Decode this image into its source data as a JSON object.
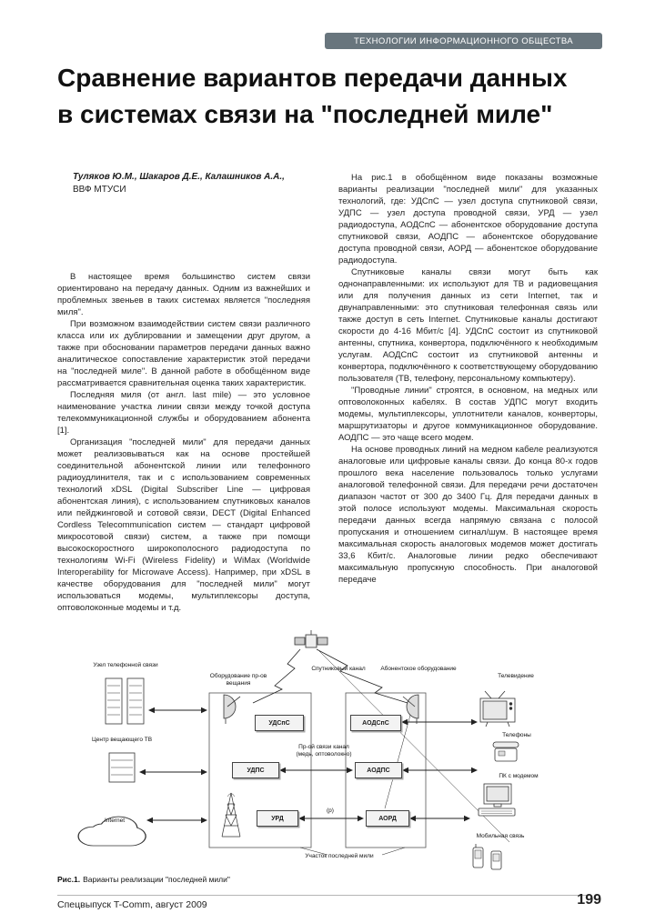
{
  "colors": {
    "badge_bg": "#68757d",
    "page_bg": "#ffffff",
    "text": "#1c1c1c"
  },
  "header": {
    "badge": "ТЕХНОЛОГИИ ИНФОРМАЦИОННОГО ОБЩЕСТВА"
  },
  "title": {
    "line1": "Сравнение вариантов передачи данных",
    "line2": "в системах связи  на \"последней миле\""
  },
  "authors": {
    "names": "Туляков Ю.М., Шакаров Д.Е., Калашников А.А.,",
    "affiliation": "ВВФ МТУСИ"
  },
  "left_column": {
    "paragraphs": [
      "В настоящее время большинство систем связи ориентировано на передачу данных. Одним из важнейших и проблемных звеньев в таких системах является \"последняя миля\".",
      "При возможном взаимодействии систем связи различного класса или их дублировании и замещении друг другом, а также при обосновании параметров передачи данных важно аналитическое сопоставление характеристик этой передачи на \"последней миле\". В данной работе в обобщённом виде рассматривается сравнительная оценка таких характеристик.",
      "Последняя миля (от англ. last mile) — это условное наименование участка линии связи между точкой доступа телекоммуникационной службы и оборудованием абонента [1].",
      "Организация \"последней мили\" для передачи данных может реализовываться как на основе простейшей соединительной абонентской линии или телефонного радиоудлинителя, так и с использованием современных технологий xDSL (Digital Subscriber Line — цифровая абонентская линия), с использованием спутниковых каналов или пейджинговой и сотовой связи, DECT (Digital Enhanced Cordless Telecommunication систем — стандарт цифровой микросотовой связи) систем, а также при помощи высокоскоростного широкополосного радиодоступа по технологиям Wi-Fi (Wireless Fidelity) и WiMax (Worldwide Interoperability for Microwave Access). Например, при xDSL в качестве оборудования для \"последней мили\" могут использоваться модемы, мультиплексоры доступа, оптоволоконные модемы и т.д."
    ]
  },
  "right_column": {
    "paragraphs": [
      "На рис.1 в обобщённом виде показаны возможные варианты реализации \"последней мили\" для указанных технологий, где: УДСпС — узел доступа спутниковой связи, УДПС — узел доступа проводной связи, УРД — узел радиодоступа, АОДСпС — абонентское оборудование доступа спутниковой связи, АОДПС — абонентское оборудование доступа проводной связи, АОРД — абонентское оборудование радиодоступа.",
      "Спутниковые каналы связи могут быть как однонаправленными: их используют для ТВ и радиовещания или для получения данных из сети Internet, так и двунаправленными: это спутниковая телефонная связь или также доступ в сеть Internet. Спутниковые каналы достигают скорости до 4-16 Мбит/с [4]. УДСпС состоит из спутниковой антенны, спутника, конвертора, подключённого к необходимым услугам. АОДСпС состоит из спутниковой антенны и конвертора, подключённого к соответствующему оборудованию пользователя (ТВ, телефону, персональному компьютеру).",
      "\"Проводные линии\" строятся, в основном, на медных или оптоволоконных кабелях. В состав УДПС могут входить модемы, мультиплексоры, уплотнители каналов, конверторы, маршрутизаторы и другое коммуникационное оборудование. АОДПС — это чаще всего модем.",
      "На основе проводных линий на медном кабеле реализуются аналоговые или цифровые каналы связи. До конца 80-х годов прошлого века население пользовалось только услугами аналоговой телефонной связи. Для передачи речи достаточен диапазон частот от 300 до 3400 Гц. Для передачи данных в этой полосе используют модемы. Максимальная скорость передачи данных всегда напрямую связана с полосой пропускания и отношением сигнал/шум. В настоящее время максимальная скорость аналоговых модемов может достигать 33,6 Кбит/с. Аналоговые линии редко обеспечивают максимальную пропускную способность. При аналоговой передаче"
    ]
  },
  "figure": {
    "labels": {
      "telephone_node": "Узел телефонной связи",
      "tv_center": "Центр вещающего ТВ",
      "internet": "Internet",
      "broadcast_equipment": "Оборудование пр-ов вещания",
      "satellite_channel": "Спутниковый канал",
      "subscriber_equipment": "Абонентское оборудование",
      "udsps": "УДСпС",
      "udps": "УДПС",
      "urd": "УРД",
      "aodsps": "АОДСпС",
      "aodps": "АОДПС",
      "aord": "АОРД",
      "wire_channel": "Пр-ой связи канал (медь, оптоволокно)",
      "radio_mark": "(р)",
      "tv": "Телевидение",
      "phone": "Телефоны",
      "pc": "ПК с модемом",
      "mobile": "Мобильная связь",
      "last_mile": "Участок последней мили"
    },
    "icons": [
      "telephone-switch-icon",
      "tv-center-icon",
      "internet-cloud-icon",
      "satellite-icon",
      "satellite-dish-left-icon",
      "satellite-dish-right-icon",
      "radio-tower-icon",
      "tv-icon",
      "desk-phone-icon",
      "desktop-pc-icon",
      "mobile-phone-icon"
    ],
    "caption_label": "Рис.1.",
    "caption_text": "Варианты реализации \"последней мили\""
  },
  "footer": {
    "journal": "Спецвыпуск T-Comm, август 2009",
    "page_number": "199"
  }
}
